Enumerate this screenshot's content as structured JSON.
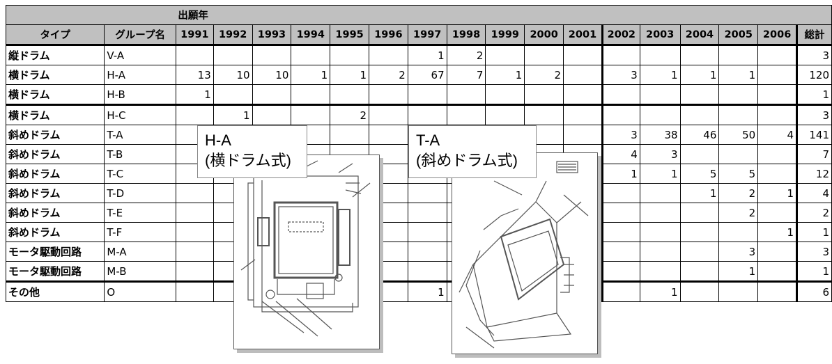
{
  "table": {
    "group_header": "出願年",
    "type_header": "タイプ",
    "group_name_header": "グループ名",
    "years": [
      "1991",
      "1992",
      "1993",
      "1994",
      "1995",
      "1996",
      "1997",
      "1998",
      "1999",
      "2000",
      "2001",
      "2002",
      "2003",
      "2004",
      "2005",
      "2006"
    ],
    "total_header": "総計",
    "rows": [
      {
        "type": "縦ドラム",
        "group": "V-A",
        "values": [
          "",
          "",
          "",
          "",
          "",
          "",
          "1",
          "2",
          "",
          "",
          "",
          "",
          "",
          "",
          "",
          ""
        ],
        "total": "3"
      },
      {
        "type": "横ドラム",
        "group": "H-A",
        "values": [
          "13",
          "10",
          "10",
          "1",
          "1",
          "2",
          "67",
          "7",
          "1",
          "2",
          "",
          "3",
          "1",
          "1",
          "1",
          ""
        ],
        "total": "120"
      },
      {
        "type": "横ドラム",
        "group": "H-B",
        "values": [
          "1",
          "",
          "",
          "",
          "",
          "",
          "",
          "",
          "",
          "",
          "",
          "",
          "",
          "",
          "",
          ""
        ],
        "total": "1"
      },
      {
        "type": "横ドラム",
        "group": "H-C",
        "values": [
          "",
          "1",
          "",
          "",
          "2",
          "",
          "",
          "",
          "",
          "",
          "",
          "",
          "",
          "",
          "",
          ""
        ],
        "total": "3"
      },
      {
        "type": "斜めドラム",
        "group": "T-A",
        "values": [
          "",
          "",
          "",
          "",
          "",
          "",
          "",
          "",
          "",
          "",
          "",
          "3",
          "38",
          "46",
          "50",
          "4"
        ],
        "total": "141"
      },
      {
        "type": "斜めドラム",
        "group": "T-B",
        "values": [
          "",
          "",
          "",
          "",
          "",
          "",
          "",
          "",
          "",
          "",
          "",
          "4",
          "3",
          "",
          "",
          ""
        ],
        "total": "7"
      },
      {
        "type": "斜めドラム",
        "group": "T-C",
        "values": [
          "",
          "",
          "",
          "",
          "",
          "",
          "",
          "",
          "",
          "",
          "",
          "1",
          "1",
          "5",
          "5",
          ""
        ],
        "total": "12"
      },
      {
        "type": "斜めドラム",
        "group": "T-D",
        "values": [
          "",
          "",
          "",
          "",
          "",
          "",
          "",
          "",
          "",
          "",
          "",
          "",
          "",
          "1",
          "2",
          "1"
        ],
        "total": "4"
      },
      {
        "type": "斜めドラム",
        "group": "T-E",
        "values": [
          "",
          "",
          "",
          "",
          "",
          "",
          "",
          "",
          "",
          "",
          "",
          "",
          "",
          "",
          "2",
          ""
        ],
        "total": "2"
      },
      {
        "type": "斜めドラム",
        "group": "T-F",
        "values": [
          "",
          "",
          "",
          "",
          "",
          "",
          "",
          "",
          "",
          "",
          "",
          "",
          "",
          "",
          "",
          "1"
        ],
        "total": "1"
      },
      {
        "type": "モータ駆動回路",
        "group": "M-A",
        "values": [
          "",
          "",
          "",
          "",
          "",
          "",
          "",
          "",
          "",
          "",
          "",
          "",
          "",
          "",
          "3",
          ""
        ],
        "total": "3"
      },
      {
        "type": "モータ駆動回路",
        "group": "M-B",
        "values": [
          "",
          "",
          "",
          "",
          "",
          "",
          "",
          "",
          "",
          "",
          "",
          "",
          "",
          "",
          "1",
          ""
        ],
        "total": "1"
      },
      {
        "type": "その他",
        "group": "O",
        "values": [
          "",
          "",
          "",
          "",
          "",
          "",
          "1",
          "",
          "",
          "",
          "",
          "",
          "1",
          "",
          "",
          ""
        ],
        "total": "6"
      }
    ]
  },
  "callouts": {
    "ha": {
      "line1": "H-A",
      "line2": "(横ドラム式)"
    },
    "ta": {
      "line1": "T-A",
      "line2": "(斜めドラム式)"
    }
  }
}
